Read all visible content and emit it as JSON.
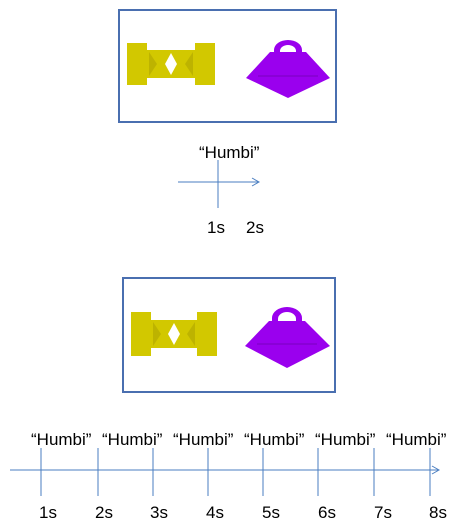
{
  "top_panel": {
    "word": "“Humbi”",
    "time_labels": [
      "1s",
      "2s"
    ]
  },
  "bottom_panel": {
    "words": [
      "“Humbi”",
      "“Humbi”",
      "“Humbi”",
      "“Humbi”",
      "“Humbi”",
      "“Humbi”"
    ],
    "time_labels": [
      "1s",
      "2s",
      "3s",
      "4s",
      "5s",
      "6s",
      "7s",
      "8s"
    ]
  },
  "colors": {
    "frame_border": "#4a6fb0",
    "axis": "#4a7ec0",
    "yellow_object": "#d2c800",
    "purple_object": "#9a00ee"
  },
  "icons": [
    "yellow-hourglass-object-icon",
    "purple-bell-object-icon"
  ]
}
